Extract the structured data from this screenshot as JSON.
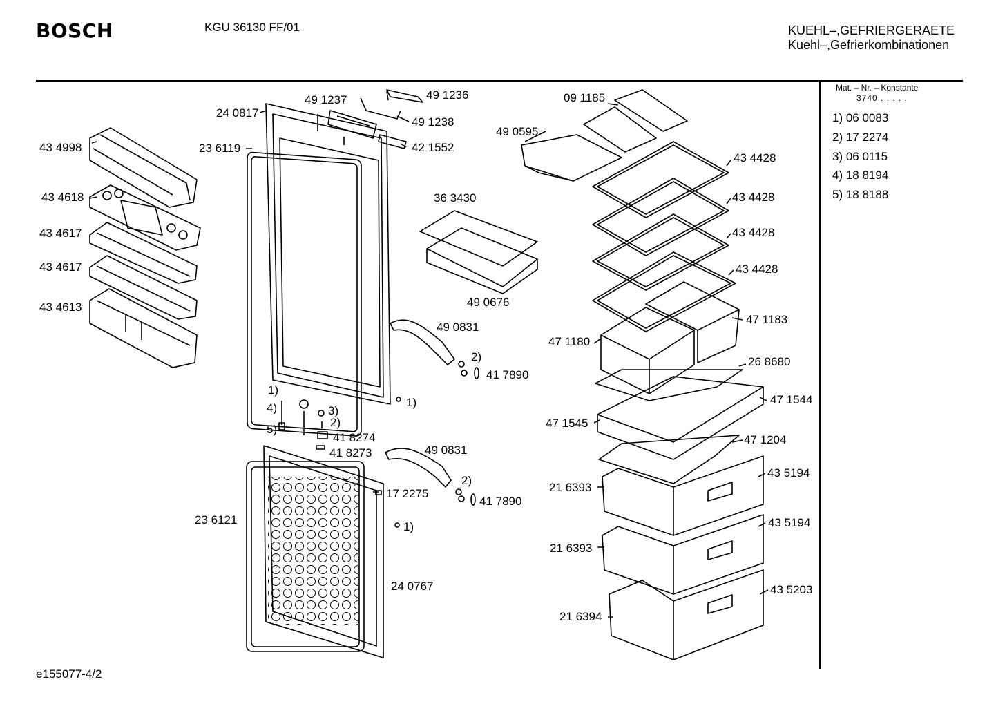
{
  "header": {
    "brand": "BOSCH",
    "model": "KGU 36130 FF/01",
    "category_line1": "KUEHL–,GEFRIERGERAETE",
    "category_line2": "Kuehl–,Gefrierkombinationen"
  },
  "sidebar": {
    "title": "Mat. – Nr. – Konstante",
    "value": "3740  .   .   .   .   .",
    "items": [
      {
        "label": "1) 06 0083"
      },
      {
        "label": "2) 17 2274"
      },
      {
        "label": "3) 06 0115"
      },
      {
        "label": "4) 18 8194"
      },
      {
        "label": "5) 18 8188"
      }
    ]
  },
  "labels": [
    {
      "id": "p240817",
      "text": "24 0817"
    },
    {
      "id": "p491237",
      "text": "49 1237"
    },
    {
      "id": "p491236",
      "text": "49 1236"
    },
    {
      "id": "p491238",
      "text": "49 1238"
    },
    {
      "id": "p421552",
      "text": "42 1552"
    },
    {
      "id": "p091185",
      "text": "09 1185"
    },
    {
      "id": "p490595",
      "text": "49 0595"
    },
    {
      "id": "p434998",
      "text": "43 4998"
    },
    {
      "id": "p236119",
      "text": "23 6119"
    },
    {
      "id": "p434618",
      "text": "43 4618"
    },
    {
      "id": "p434617a",
      "text": "43 4617"
    },
    {
      "id": "p434617b",
      "text": "43 4617"
    },
    {
      "id": "p434613",
      "text": "43 4613"
    },
    {
      "id": "p363430",
      "text": "36 3430"
    },
    {
      "id": "p490676",
      "text": "49 0676"
    },
    {
      "id": "p434428a",
      "text": "43 4428"
    },
    {
      "id": "p434428b",
      "text": "43 4428"
    },
    {
      "id": "p434428c",
      "text": "43 4428"
    },
    {
      "id": "p434428d",
      "text": "43 4428"
    },
    {
      "id": "p490831a",
      "text": "49 0831"
    },
    {
      "id": "p471183",
      "text": "47 1183"
    },
    {
      "id": "p471180",
      "text": "47 1180"
    },
    {
      "id": "p2a",
      "text": "2)"
    },
    {
      "id": "p417890a",
      "text": "41 7890"
    },
    {
      "id": "p268680",
      "text": "26 8680"
    },
    {
      "id": "p1a",
      "text": "1)"
    },
    {
      "id": "p1b",
      "text": "1)"
    },
    {
      "id": "p4",
      "text": "4)"
    },
    {
      "id": "p3",
      "text": "3)"
    },
    {
      "id": "p2b",
      "text": "2)"
    },
    {
      "id": "p5",
      "text": "5)"
    },
    {
      "id": "p418274",
      "text": "41 8274"
    },
    {
      "id": "p418273",
      "text": "41 8273"
    },
    {
      "id": "p490831b",
      "text": "49 0831"
    },
    {
      "id": "p471544",
      "text": "47 1544"
    },
    {
      "id": "p471545",
      "text": "47 1545"
    },
    {
      "id": "p471204",
      "text": "47 1204"
    },
    {
      "id": "p2c",
      "text": "2)"
    },
    {
      "id": "p172275",
      "text": "17 2275"
    },
    {
      "id": "p417890b",
      "text": "41 7890"
    },
    {
      "id": "p435194a",
      "text": "43 5194"
    },
    {
      "id": "p216393a",
      "text": "21 6393"
    },
    {
      "id": "p236121",
      "text": "23 6121"
    },
    {
      "id": "p1c",
      "text": "1)"
    },
    {
      "id": "p435194b",
      "text": "43 5194"
    },
    {
      "id": "p216393b",
      "text": "21 6393"
    },
    {
      "id": "p240767",
      "text": "24 0767"
    },
    {
      "id": "p435203",
      "text": "43 5203"
    },
    {
      "id": "p216394",
      "text": "21 6394"
    }
  ],
  "footer": {
    "code": "e155077-4/2"
  }
}
